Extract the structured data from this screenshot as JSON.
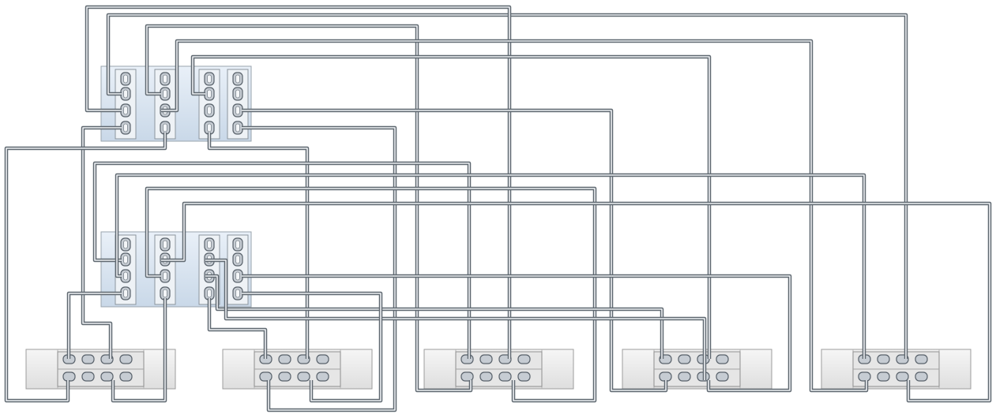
{
  "diagram": {
    "kind": "cabling",
    "controllers": [
      {
        "id": "controller-1",
        "hba_count": 4,
        "ports_per_hba": 4
      },
      {
        "id": "controller-2",
        "hba_count": 4,
        "ports_per_hba": 4
      }
    ],
    "shelves": [
      {
        "id": "shelf-1"
      },
      {
        "id": "shelf-2"
      },
      {
        "id": "shelf-3"
      },
      {
        "id": "shelf-4"
      },
      {
        "id": "shelf-5"
      }
    ],
    "colors": {
      "cable": "#5f6870",
      "cable_core": "#eef1f4",
      "controller_fill": "#dbe6f2",
      "shelf_fill": "#eeeeee",
      "port_fill": "#c6ccd3"
    }
  }
}
